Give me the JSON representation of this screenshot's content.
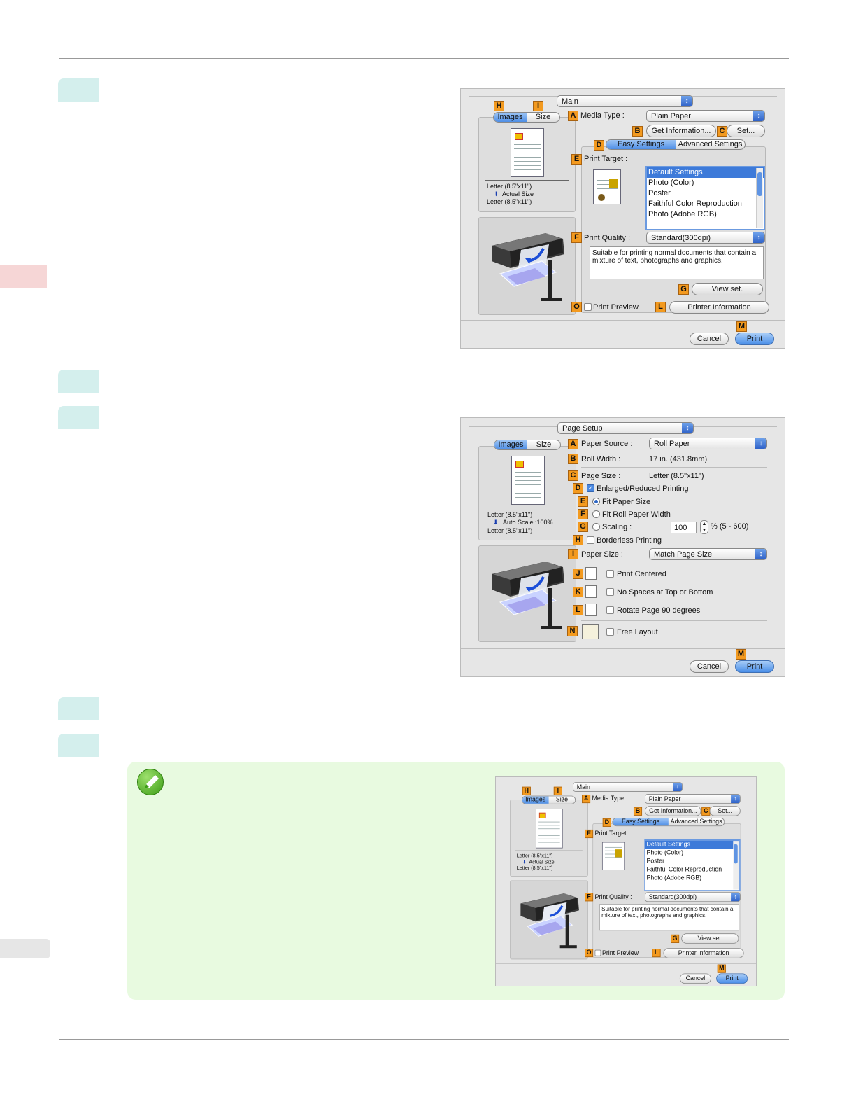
{
  "dialog1": {
    "popup_main": "Main",
    "tab_images": "Images",
    "tab_size": "Size",
    "media_type_label": "Media Type :",
    "media_type_value": "Plain Paper",
    "get_information": "Get Information...",
    "set": "Set...",
    "tab_easy": "Easy Settings",
    "tab_advanced": "Advanced Settings",
    "print_target_label": "Print Target :",
    "print_targets": [
      "Default Settings",
      "Photo (Color)",
      "Poster",
      "Faithful Color Reproduction",
      "Photo (Adobe RGB)"
    ],
    "print_quality_label": "Print Quality :",
    "print_quality_value": "Standard(300dpi)",
    "description": "Suitable for printing normal documents that contain a mixture of text, photographs and graphics.",
    "view_set": "View set.",
    "print_preview": "Print Preview",
    "printer_information": "Printer Information",
    "cancel": "Cancel",
    "print": "Print",
    "thumb_line1": "Letter (8.5\"x11\")",
    "thumb_line2": "Actual Size",
    "thumb_line3": "Letter (8.5\"x11\")",
    "letters": {
      "A": "A",
      "B": "B",
      "C": "C",
      "D": "D",
      "E": "E",
      "F": "F",
      "G": "G",
      "H": "H",
      "I": "I",
      "L": "L",
      "M": "M",
      "O": "O"
    }
  },
  "dialog2": {
    "popup_main": "Page Setup",
    "tab_images": "Images",
    "tab_size": "Size",
    "paper_source_label": "Paper Source :",
    "paper_source_value": "Roll Paper",
    "roll_width_label": "Roll Width :",
    "roll_width_value": "17 in. (431.8mm)",
    "page_size_label": "Page Size :",
    "page_size_value": "Letter (8.5\"x11\")",
    "enlarged": "Enlarged/Reduced Printing",
    "fit_paper": "Fit Paper Size",
    "fit_roll": "Fit Roll Paper Width",
    "scaling_label": "Scaling :",
    "scaling_value": "100",
    "scaling_range": "% (5 - 600)",
    "borderless": "Borderless Printing",
    "paper_size_label": "Paper Size :",
    "paper_size_value": "Match Page Size",
    "print_centered": "Print Centered",
    "no_spaces": "No Spaces at Top or Bottom",
    "rotate": "Rotate Page 90 degrees",
    "free_layout": "Free Layout",
    "cancel": "Cancel",
    "print": "Print",
    "thumb_line1": "Letter (8.5\"x11\")",
    "thumb_line2": "Auto Scale :100%",
    "thumb_line3": "Letter (8.5\"x11\")",
    "letters": {
      "A": "A",
      "B": "B",
      "C": "C",
      "D": "D",
      "E": "E",
      "F": "F",
      "G": "G",
      "H": "H",
      "I": "I",
      "J": "J",
      "K": "K",
      "L": "L",
      "M": "M",
      "N": "N"
    }
  },
  "colors": {
    "step": "#d4efed",
    "note": "#e8fae0",
    "label": "#f39a1f",
    "select": "#3d7ad9"
  },
  "icons": [
    "pencil-note-icon",
    "printer-illustration",
    "page-thumbnail",
    "checkbox",
    "radio"
  ]
}
